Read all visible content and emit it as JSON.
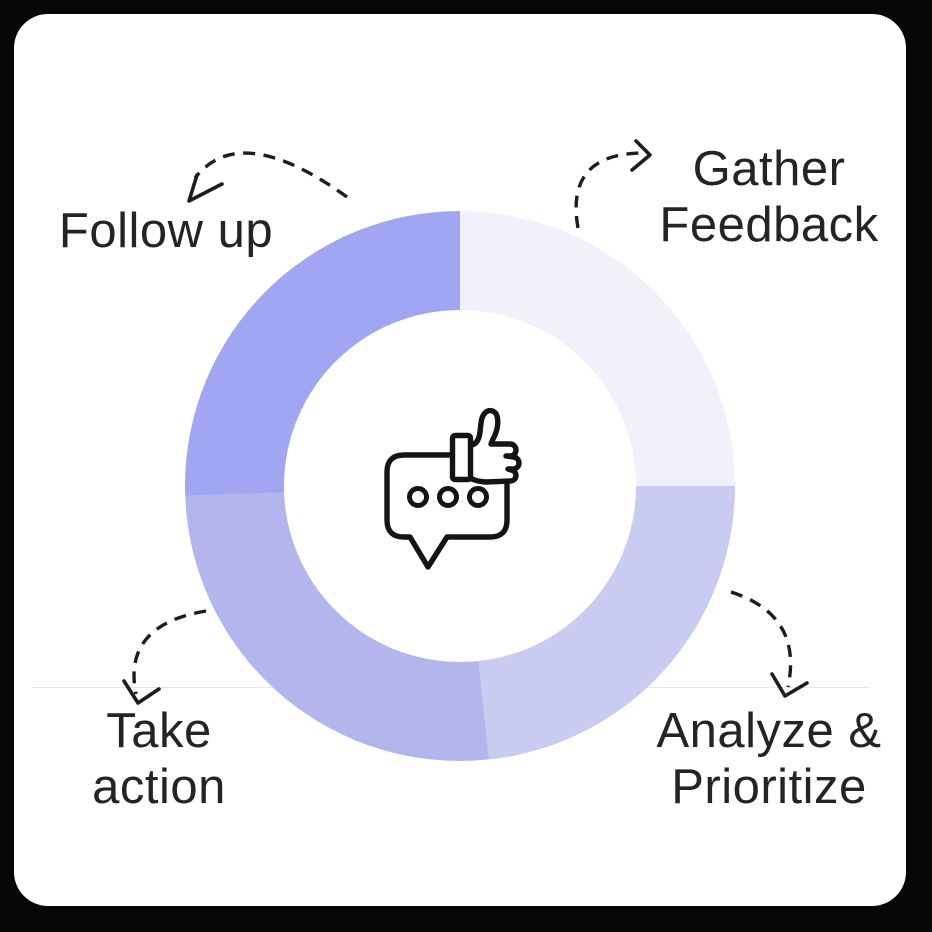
{
  "diagram": {
    "type": "cycle-donut",
    "steps": [
      {
        "label": "Gather Feedback",
        "lines": [
          "Gather",
          "Feedback"
        ],
        "color": "#f1f1fc",
        "start_angle": 0,
        "end_angle": 90
      },
      {
        "label": "Analyze & Prioritize",
        "lines": [
          "Analyze &",
          "Prioritize"
        ],
        "color": "#c9cbf0",
        "start_angle": 90,
        "end_angle": 174
      },
      {
        "label": "Take action",
        "lines": [
          "Take",
          "action"
        ],
        "color": "#b3b6ec",
        "start_angle": 174,
        "end_angle": 268
      },
      {
        "label": "Follow up",
        "lines": [
          "Follow up"
        ],
        "color": "#a1a6f3",
        "start_angle": 268,
        "end_angle": 360
      }
    ],
    "center_icon": "speech-bubble-with-thumbs-up",
    "arrows": {
      "style": "dashed",
      "color": "#1d1d1d"
    },
    "divider_color": "#e7e7ea",
    "text_color": "#242424",
    "card_background": "#ffffff",
    "page_background": "#060606"
  }
}
